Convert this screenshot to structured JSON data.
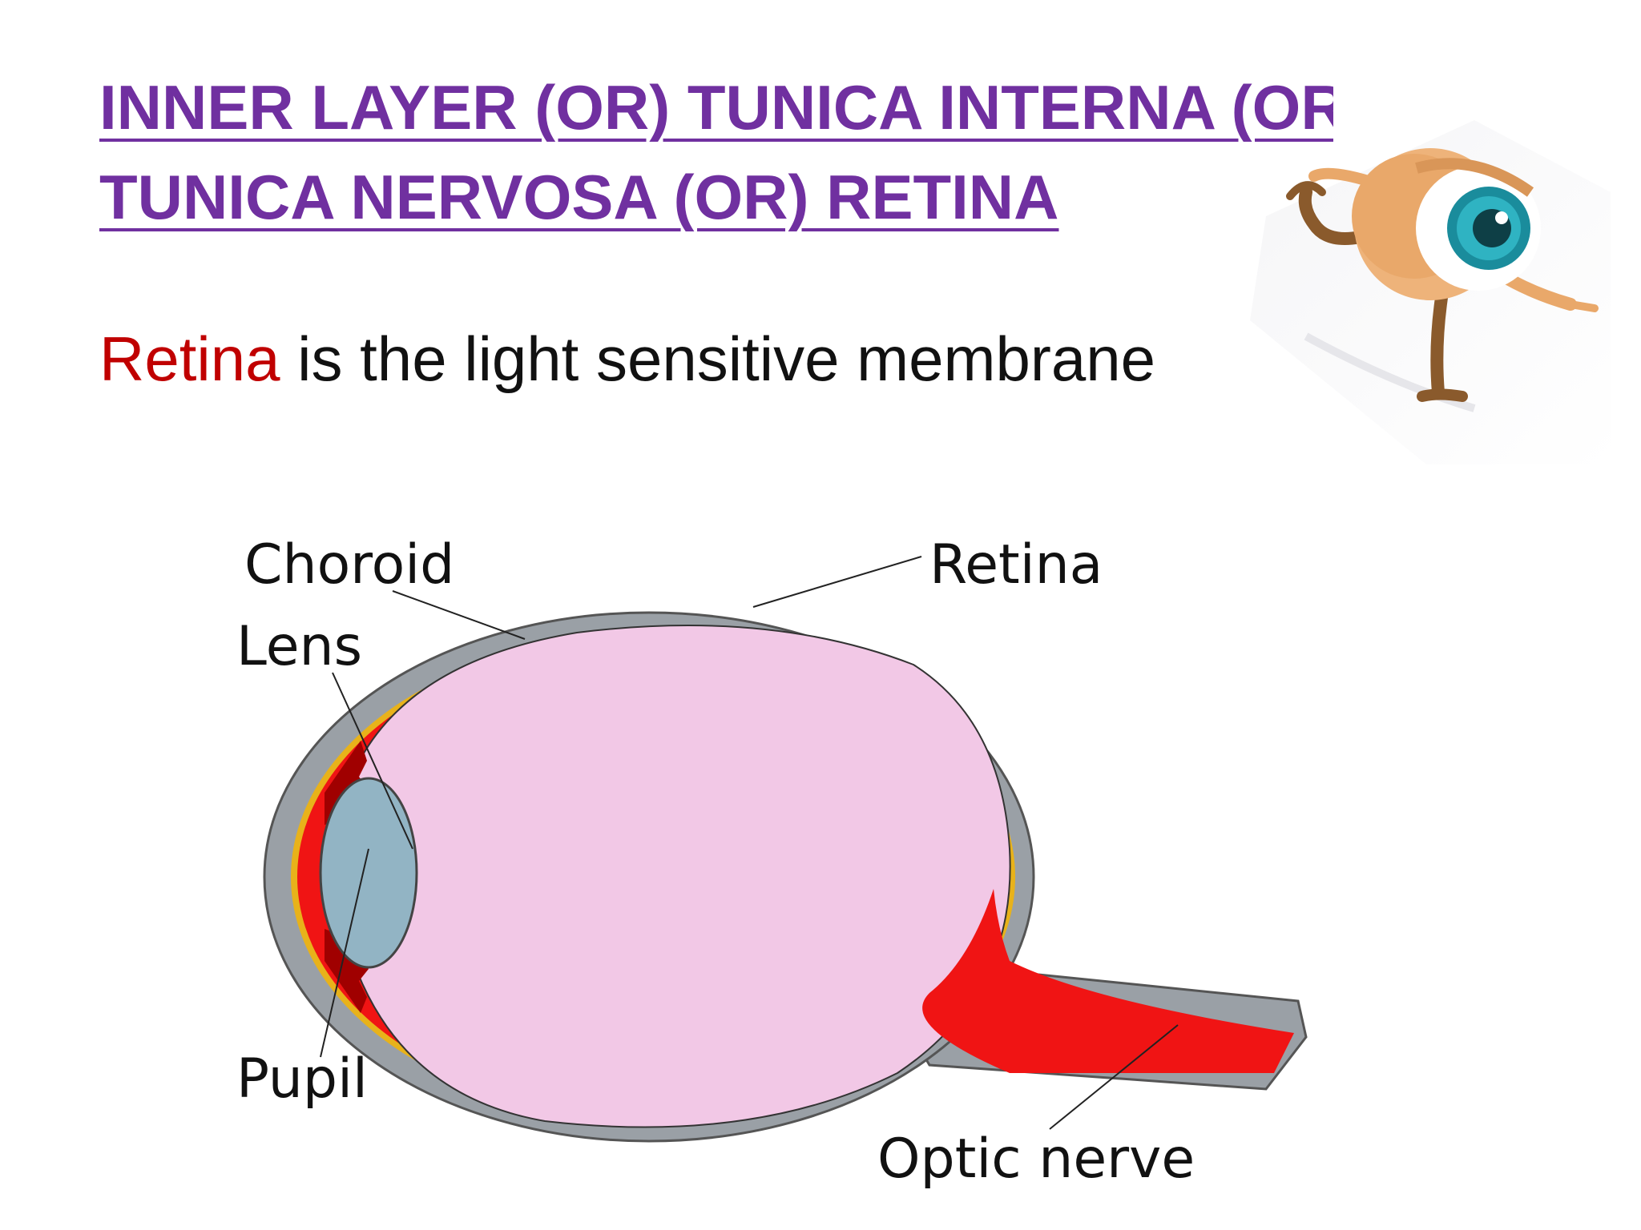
{
  "title": {
    "line1": "INNER LAYER (OR) TUNICA INTERNA (OR)",
    "line2": "TUNICA NERVOSA (OR) RETINA"
  },
  "body": {
    "highlight": "Retina",
    "rest": " is the light sensitive membrane"
  },
  "diagram": {
    "labels": {
      "choroid": "Choroid",
      "lens": "Lens",
      "retina": "Retina",
      "pupil": "Pupil",
      "optic_nerve": "Optic nerve"
    }
  },
  "colors": {
    "title": "#7030a0",
    "highlight": "#c00000",
    "sclera": "#9aa0a6",
    "choroid": "#e8b21a",
    "retina": "#f01414",
    "vitreous": "#f2c8e6",
    "lens": "#92b4c4"
  },
  "icons": {
    "mascot": "walking-eyeball-icon"
  }
}
